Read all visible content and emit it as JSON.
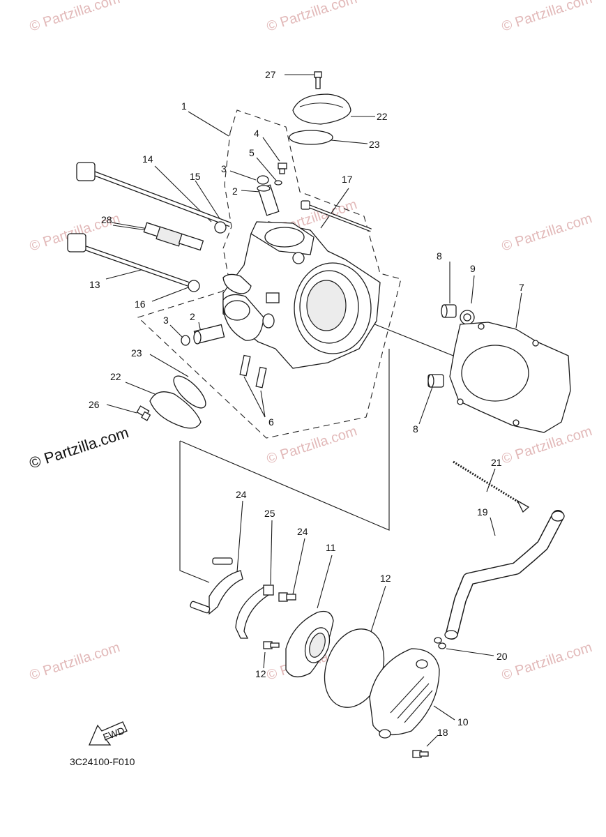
{
  "diagram": {
    "catalog_code": "3C24100-F010",
    "fwd_label": "FWD",
    "watermark_text": "© Partzilla.com",
    "watermark_text_prominent": "© Partzilla.com",
    "callouts": [
      "1",
      "2",
      "3",
      "4",
      "5",
      "2",
      "3",
      "6",
      "7",
      "8",
      "8",
      "9",
      "10",
      "11",
      "12",
      "12",
      "13",
      "14",
      "15",
      "16",
      "17",
      "18",
      "19",
      "20",
      "21",
      "22",
      "22",
      "23",
      "23",
      "24",
      "24",
      "25",
      "26",
      "27",
      "28"
    ]
  }
}
